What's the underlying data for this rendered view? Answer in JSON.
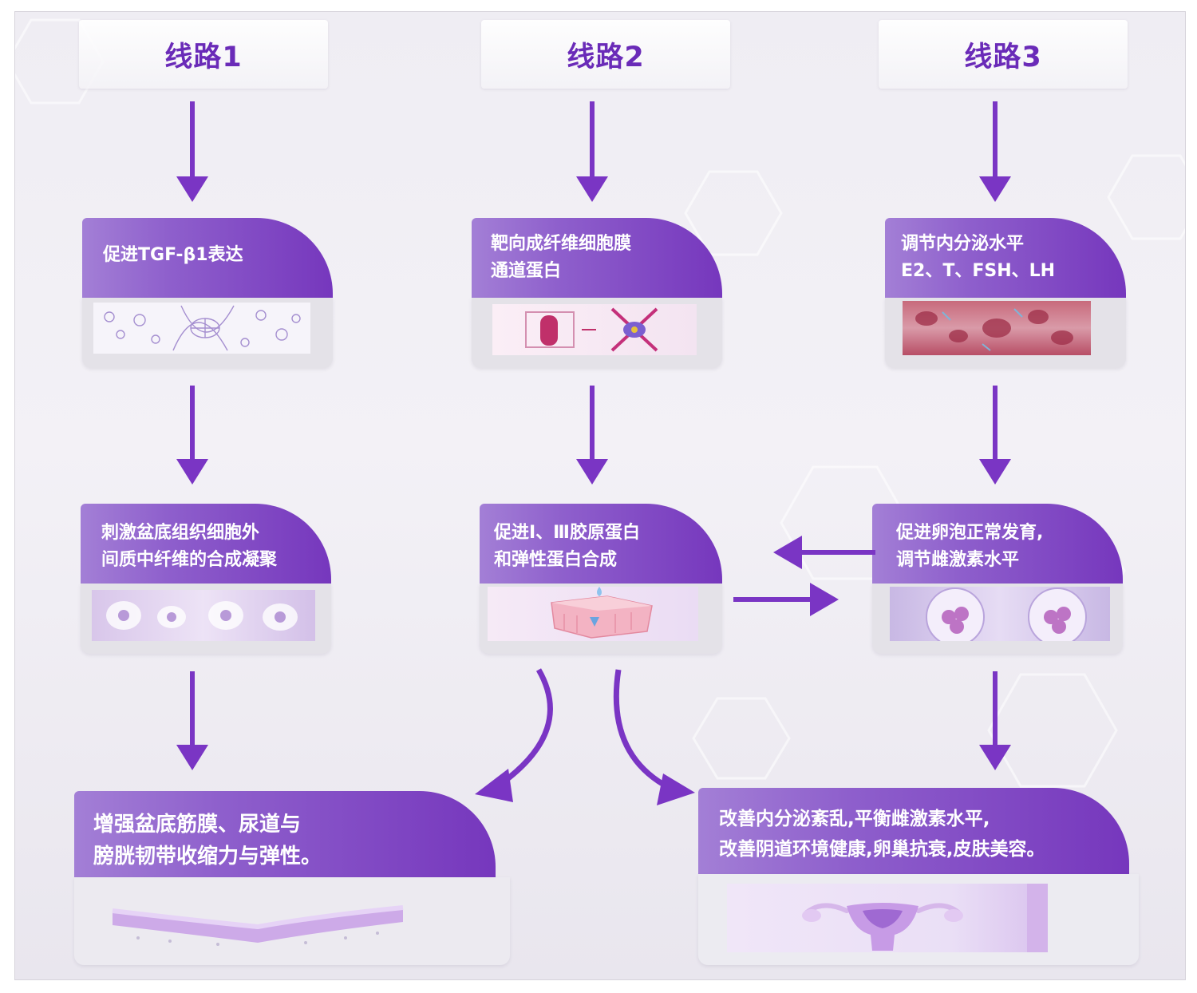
{
  "headers": [
    "线路1",
    "线路2",
    "线路3"
  ],
  "cards": {
    "r1_c1": [
      "促进TGF-β1表达"
    ],
    "r1_c2": [
      "靶向成纤维细胞膜",
      "通道蛋白"
    ],
    "r1_c3": [
      "调节内分泌水平",
      "E2、T、FSH、LH"
    ],
    "r2_c1": [
      "刺激盆底组织细胞外",
      "间质中纤维的合成凝聚"
    ],
    "r2_c2": [
      "促进Ⅰ、Ⅲ胶原蛋白",
      "和弹性蛋白合成"
    ],
    "r2_c3": [
      "促进卵泡正常发育,",
      "调节雌激素水平"
    ],
    "bottom_left": [
      "增强盆底筋膜、尿道与",
      "膀胱韧带收缩力与弹性。"
    ],
    "bottom_right": [
      "改善内分泌紊乱,平衡雌激素水平,",
      "改善阴道环境健康,卵巢抗衰,皮肤美容。"
    ]
  },
  "colors": {
    "accent": "#7637bd",
    "header_text": "#6a2bb8",
    "arrow": "#7a35c4",
    "background": "#efedf3"
  }
}
